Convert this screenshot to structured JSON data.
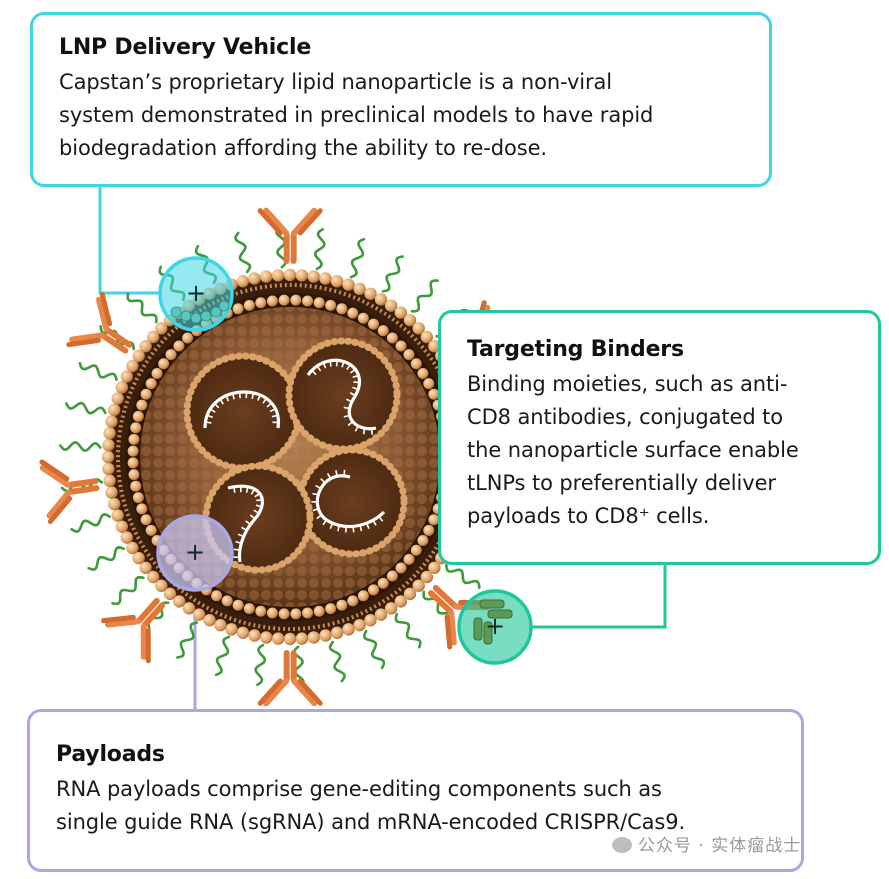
{
  "lnp": {
    "title": "LNP Delivery Vehicle",
    "line1": "Capstan’s proprietary lipid nanoparticle is a non-viral",
    "line2": "system demonstrated in preclinical models to have rapid",
    "line3": "biodegradation affording the ability to re-dose.",
    "color": "#3fd6e6"
  },
  "targeting": {
    "title": "Targeting Binders",
    "line1": "Binding moieties, such as anti-",
    "line2": "CD8 antibodies, conjugated to",
    "line3": "the nanoparticle surface enable",
    "line4": "tLNPs to preferentially deliver",
    "line5": "payloads to CD8⁺ cells.",
    "color": "#1fc79a"
  },
  "payloads": {
    "title": "Payloads",
    "line1": "RNA payloads comprise gene-editing components such as",
    "line2": "single guide RNA (sgRNA) and mRNA-encoded CRISPR/Cas9.",
    "color": "#a9a8e4"
  },
  "zoom_markers": {
    "symbol": "+"
  },
  "colors": {
    "shell_bead": "#e0a870",
    "core": "#8a5a3a",
    "peg_chain": "#3f9a3a",
    "antibody": "#e0783a"
  },
  "watermark": {
    "text": "公众号 · 实体瘤战士"
  }
}
